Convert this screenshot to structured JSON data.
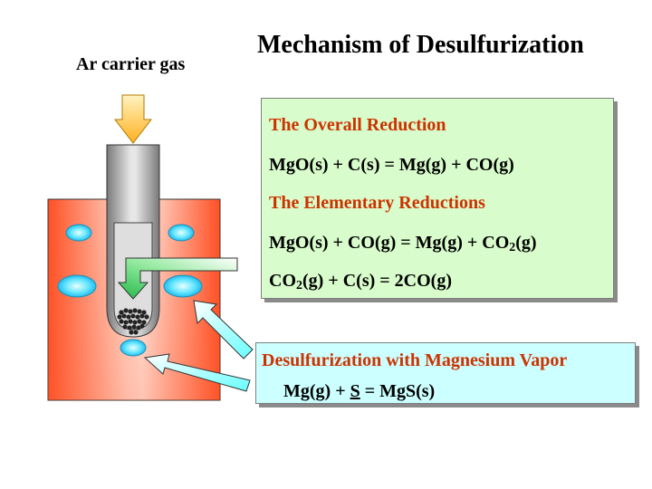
{
  "title": "Mechanism of Desulfurization",
  "gas_label": "Ar carrier gas",
  "overall": {
    "heading": "The Overall Reduction",
    "equation": "MgO(s) + C(s) = Mg(g) + CO(g)"
  },
  "elementary": {
    "heading": "The Elementary Reductions",
    "eq1": {
      "left": "MgO(s) + CO(g) = Mg(g) + CO",
      "sub": "2",
      "right": "(g)"
    },
    "eq2": {
      "pre": "CO",
      "sub": "2",
      "rest": "(g) + C(s) = 2CO(g)"
    }
  },
  "desulf": {
    "heading": "Desulfurization with Magnesium Vapor",
    "eq_pre": "Mg(g) + ",
    "eq_s": "S",
    "eq_post": " = MgS(s)"
  },
  "colors": {
    "heading_red": "#cc3300",
    "green_box": "#d8fccb",
    "cyan_box": "#ccffff",
    "bath_orange": "#ff5a2e",
    "arrow_gold": "#ffcc33",
    "bubble_cyan": "#33ccff"
  }
}
